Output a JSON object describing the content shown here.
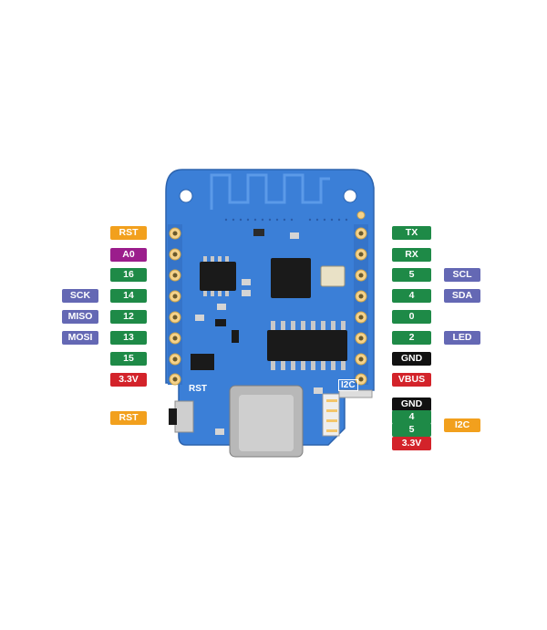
{
  "board": {
    "silkscreen_rst": "RST",
    "silkscreen_i2c": "I2C",
    "pcb_color": "#3b7fd7"
  },
  "left_pins": [
    {
      "label": "RST",
      "color": "orange"
    },
    {
      "label": "A0",
      "color": "purple"
    },
    {
      "label": "16",
      "color": "green"
    },
    {
      "label": "14",
      "color": "green",
      "alt": "SCK"
    },
    {
      "label": "12",
      "color": "green",
      "alt": "MISO"
    },
    {
      "label": "13",
      "color": "green",
      "alt": "MOSI"
    },
    {
      "label": "15",
      "color": "green"
    },
    {
      "label": "3.3V",
      "color": "red"
    }
  ],
  "right_pins": [
    {
      "label": "TX",
      "color": "green"
    },
    {
      "label": "RX",
      "color": "green"
    },
    {
      "label": "5",
      "color": "green",
      "alt": "SCL"
    },
    {
      "label": "4",
      "color": "green",
      "alt": "SDA"
    },
    {
      "label": "0",
      "color": "green"
    },
    {
      "label": "2",
      "color": "green",
      "alt": "LED"
    },
    {
      "label": "GND",
      "color": "black"
    },
    {
      "label": "VBUS",
      "color": "red"
    }
  ],
  "reset_button": {
    "label": "RST",
    "color": "orange"
  },
  "i2c_connector": {
    "pins": [
      {
        "label": "GND",
        "color": "black"
      },
      {
        "label": "4",
        "color": "green"
      },
      {
        "label": "5",
        "color": "green"
      },
      {
        "label": "3.3V",
        "color": "red"
      }
    ],
    "group_label": "I2C"
  },
  "colors": {
    "orange": "#f2a01d",
    "purple": "#9b1d8c",
    "green": "#1e8a47",
    "red": "#d3232a",
    "black": "#111111",
    "slate": "#6468b4"
  }
}
